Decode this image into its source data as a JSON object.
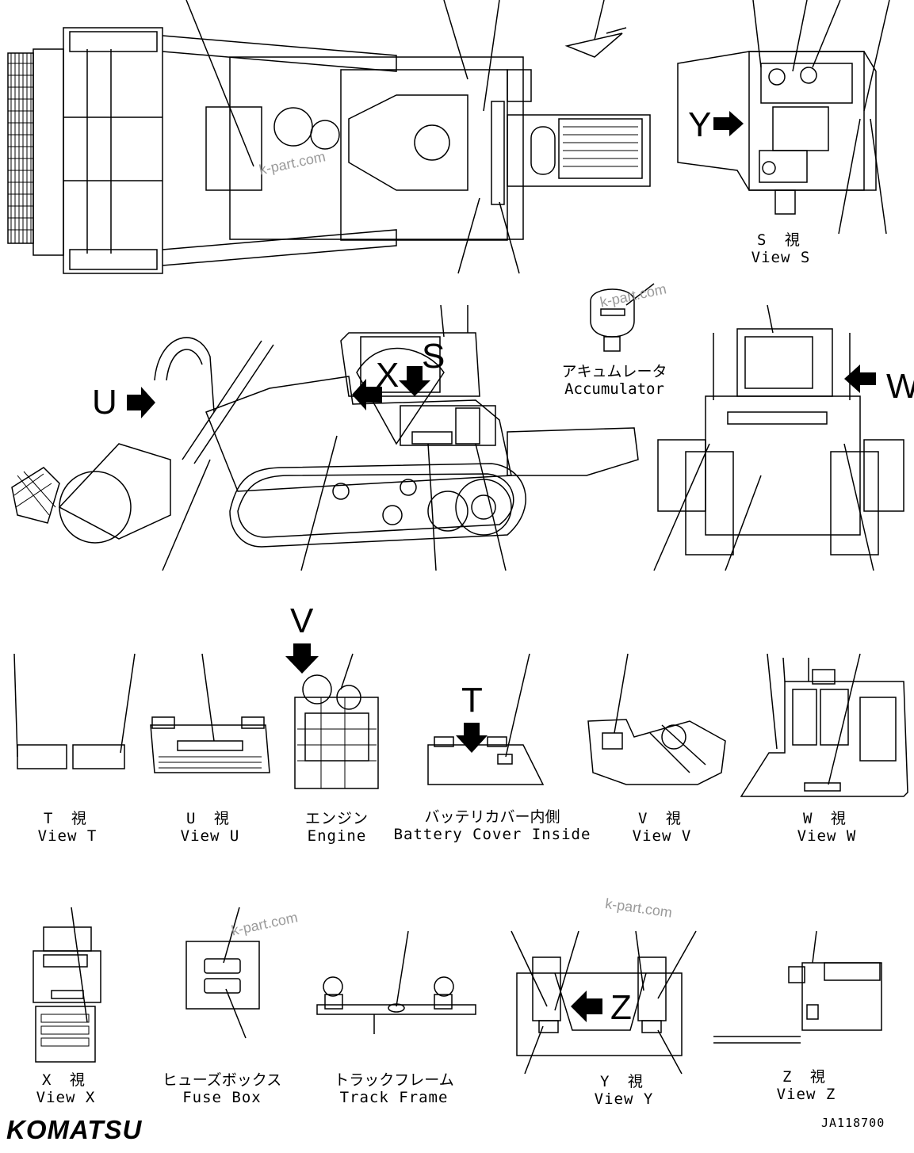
{
  "views": {
    "view_s": {
      "jp": "S 視",
      "en": "View S"
    },
    "accumulator": {
      "jp": "アキュムレータ",
      "en": "Accumulator"
    },
    "view_t": {
      "jp": "T 視",
      "en": "View T"
    },
    "view_u": {
      "jp": "U 視",
      "en": "View U"
    },
    "engine": {
      "jp": "エンジン",
      "en": "Engine"
    },
    "battery_cover": {
      "jp": "バッテリカバー内側",
      "en": "Battery Cover Inside"
    },
    "view_v": {
      "jp": "V 視",
      "en": "View V"
    },
    "view_w": {
      "jp": "W 視",
      "en": "View W"
    },
    "view_x": {
      "jp": "X 視",
      "en": "View X"
    },
    "fuse_box": {
      "jp": "ヒューズボックス",
      "en": "Fuse Box"
    },
    "track_frame": {
      "jp": "トラックフレーム",
      "en": "Track Frame"
    },
    "view_y": {
      "jp": "Y 視",
      "en": "View Y"
    },
    "view_z": {
      "jp": "Z 視",
      "en": "View Z"
    }
  },
  "arrows": {
    "y": "Y",
    "u": "U",
    "x": "X",
    "s": "S",
    "w": "W",
    "v": "V",
    "t": "T",
    "z": "Z"
  },
  "watermark": "k-part.com",
  "brand": "KOMATSU",
  "drawing_code": "JA118700"
}
